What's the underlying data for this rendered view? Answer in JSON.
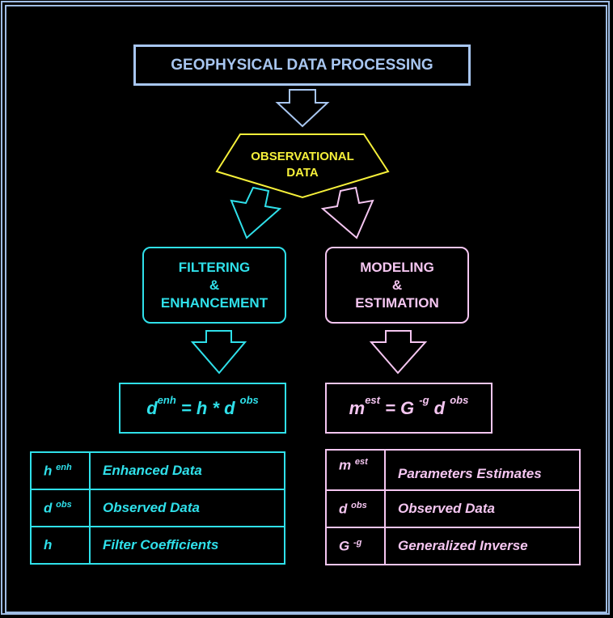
{
  "title": "GEOPHYSICAL DATA PROCESSING",
  "observational": {
    "line1": "OBSERVATIONAL",
    "line2": "DATA"
  },
  "filtering": {
    "line1": "FILTERING",
    "line2": "&",
    "line3": "ENHANCEMENT"
  },
  "modeling": {
    "line1": "MODELING",
    "line2": "&",
    "line3": "ESTIMATION"
  },
  "equation_left": {
    "lhs": "d",
    "lhs_sup": "enh",
    "mid": " = h * d ",
    "rhs_sup": "obs"
  },
  "equation_right": {
    "lhs": "m",
    "lhs_sup": "est",
    "mid": " = G ",
    "mid_sup": "-g",
    "tail": " d ",
    "rhs_sup": "obs"
  },
  "legend_left": [
    {
      "sym": "h",
      "sup": "enh",
      "desc": "Enhanced Data"
    },
    {
      "sym": "d",
      "sup": "obs",
      "desc": "Observed Data"
    },
    {
      "sym": "h",
      "sup": "",
      "desc": "Filter Coefficients"
    }
  ],
  "legend_right": [
    {
      "sym": "m",
      "sup": "est",
      "desc": "Parameters Estimates"
    },
    {
      "sym": "d",
      "sup": "obs",
      "desc": "Observed Data"
    },
    {
      "sym": "G",
      "sup": "-g",
      "desc": "Generalized Inverse"
    }
  ],
  "colors": {
    "title": "#a8c6f0",
    "observational": "#f6f03a",
    "filtering": "#2fe0ea",
    "modeling": "#f5c6f1",
    "frame": "#9fbce4"
  }
}
